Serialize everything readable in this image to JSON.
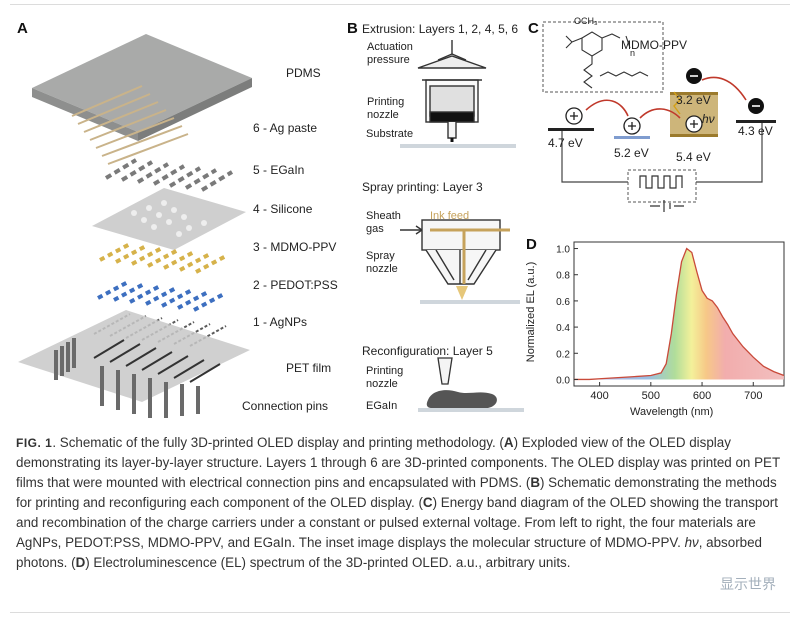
{
  "figure": {
    "panel_labels": {
      "a": "A",
      "b": "B",
      "c": "C",
      "d": "D"
    },
    "panel_a": {
      "layers": [
        "PDMS",
        "6 - Ag paste",
        "5 - EGaIn",
        "4 - Silicone",
        "3 - MDMO-PPV",
        "2 - PEDOT:PSS",
        "1 - AgNPs",
        "PET film",
        "Connection pins"
      ]
    },
    "panel_b": {
      "extrusion_title": "Extrusion: Layers 1, 2, 4, 5, 6",
      "actuation_pressure_1": "Actuation",
      "actuation_pressure_2": "pressure",
      "printing_nozzle_1": "Printing",
      "printing_nozzle_2": "nozzle",
      "substrate": "Substrate",
      "spray_title": "Spray printing: Layer 3",
      "sheath_gas_1": "Sheath",
      "sheath_gas_2": "gas",
      "ink_feed": "Ink feed",
      "spray_nozzle_1": "Spray",
      "spray_nozzle_2": "nozzle",
      "reconfig_title": "Reconfiguration: Layer 5",
      "printing_nozzle2_1": "Printing",
      "printing_nozzle2_2": "nozzle",
      "egain": "EGaIn"
    },
    "panel_c": {
      "molecule_name": "MDMO-PPV",
      "och3": "OCH₃",
      "n": "n",
      "levels": {
        "agnps": "4.7 eV",
        "pedot": "5.2 eV",
        "lumo": "3.2 eV",
        "homo": "5.4 eV",
        "egain": "4.3 eV"
      },
      "hv": "hν",
      "plus": "+",
      "minus": "−"
    },
    "panel_d": {
      "ylabel": "Normalized EL (a.u.)",
      "xlabel": "Wavelength (nm)"
    }
  },
  "chart_data": {
    "type": "area",
    "title": "",
    "xlabel": "Wavelength (nm)",
    "ylabel": "Normalized EL (a.u.)",
    "xlim": [
      350,
      760
    ],
    "ylim": [
      -0.05,
      1.05
    ],
    "xticks": [
      400,
      500,
      600,
      700
    ],
    "yticks": [
      0.0,
      0.2,
      0.4,
      0.6,
      0.8,
      1.0
    ],
    "x": [
      350,
      380,
      420,
      460,
      500,
      520,
      530,
      540,
      550,
      560,
      570,
      580,
      590,
      600,
      610,
      620,
      630,
      640,
      650,
      660,
      680,
      700,
      720,
      740,
      760
    ],
    "y": [
      0.0,
      0.0,
      0.01,
      0.02,
      0.03,
      0.05,
      0.12,
      0.35,
      0.65,
      0.9,
      1.0,
      0.97,
      0.82,
      0.68,
      0.62,
      0.6,
      0.55,
      0.48,
      0.42,
      0.35,
      0.25,
      0.17,
      0.1,
      0.06,
      0.03
    ],
    "grid": false
  },
  "caption": {
    "head": "FIG. 1",
    "text_1": ". Schematic of the fully 3D-printed OLED display and printing methodology. (",
    "a": "A",
    "text_2": ") Exploded view of the OLED display demonstrating its layer-by-layer structure. Layers 1 through 6 are 3D-printed components. The OLED display was printed on PET films that were mounted with electrical connection pins and encapsulated with PDMS. (",
    "b": "B",
    "text_3": ") Schematic demonstrating the methods for printing and reconfiguring each component of the OLED display. (",
    "c": "C",
    "text_4": ") Energy band diagram of the OLED showing the transport and recombination of the charge carriers under a constant or pulsed external voltage. From left to right, the four materials are AgNPs, PEDOT:PSS, MDMO-PPV, and EGaIn. The inset image displays the molecular structure of MDMO-PPV. ",
    "hv": "hν",
    "text_5": ", absorbed photons. (",
    "d": "D",
    "text_6": ") Electroluminescence (EL) spectrum of the 3D-printed OLED. a.u., arbitrary units."
  },
  "watermark": "显示世界"
}
